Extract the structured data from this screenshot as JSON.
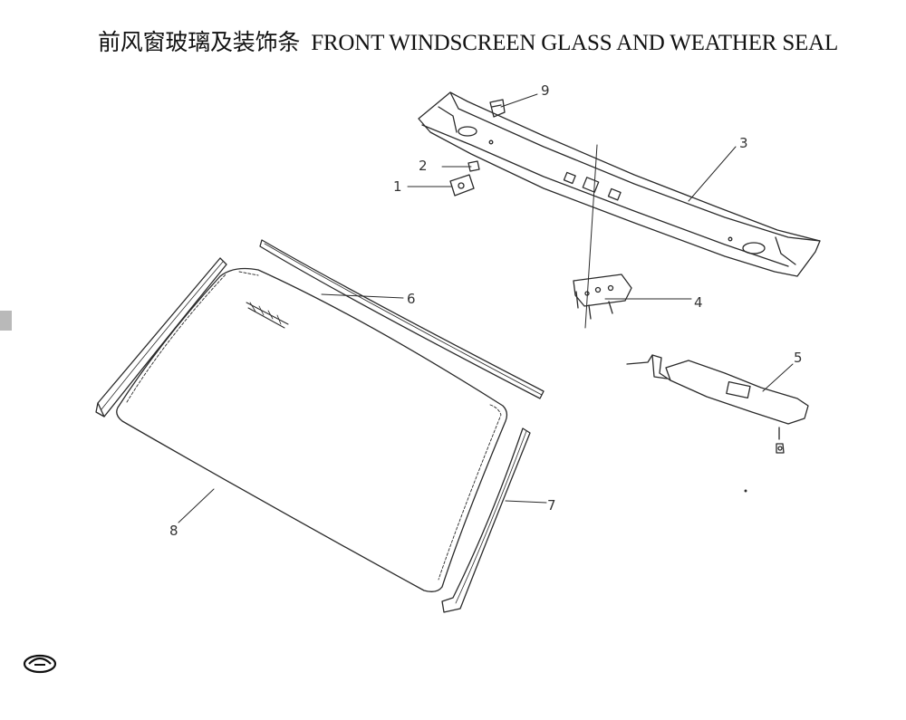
{
  "title": {
    "zh": "前风窗玻璃及装饰条",
    "en": "FRONT WINDSCREEN GLASS AND WEATHER SEAL"
  },
  "callouts": {
    "c1": "1",
    "c2": "2",
    "c3": "3",
    "c4": "4",
    "c5": "5",
    "c6": "6",
    "c7": "7",
    "c8": "8",
    "c9": "9"
  },
  "colors": {
    "line": "#2a2a2a",
    "side_tab": "#b9b9b9"
  },
  "footer": {
    "logo_icon": "brand-logo-icon"
  }
}
